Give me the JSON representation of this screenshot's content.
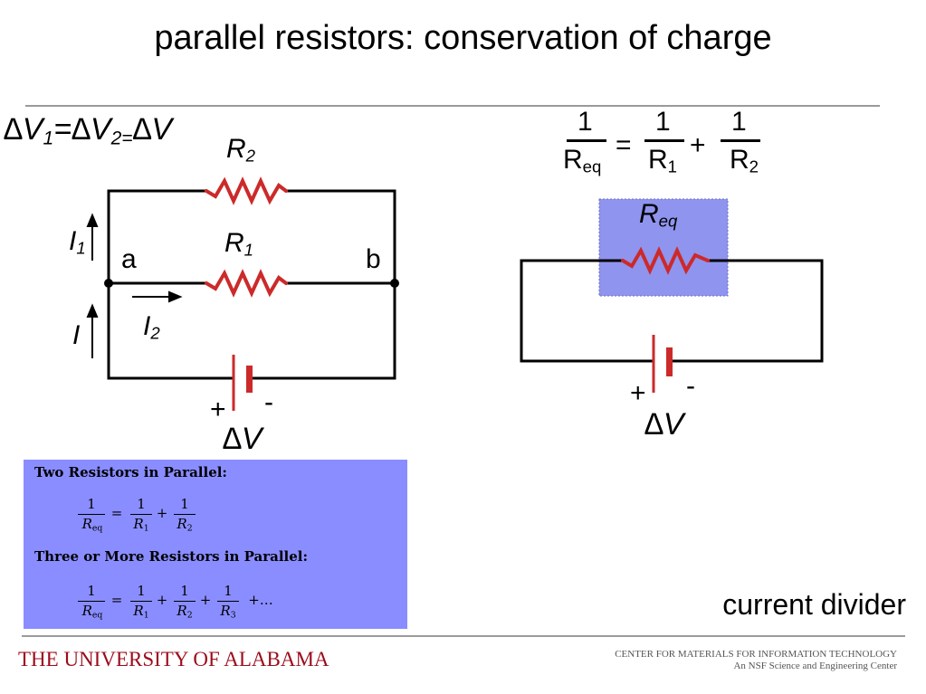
{
  "title": "parallel resistors: conservation of charge",
  "voltage_relation": {
    "dv": "∆V",
    "sub1": "1",
    "eq1": "=",
    "sub2": "2",
    "eq2": "="
  },
  "left_circuit": {
    "r2_label": "R",
    "r2_sub": "2",
    "r1_label": "R",
    "r1_sub": "1",
    "node_a": "a",
    "node_b": "b",
    "i1_label": "I",
    "i1_sub": "1",
    "i_label": "I",
    "i2_label": "I",
    "i2_sub": "2",
    "plus": "+",
    "minus": "-",
    "dv_label": "∆V"
  },
  "equation": {
    "one": "1",
    "req": "R",
    "req_sub": "eq",
    "r1": "R",
    "r1_sub": "1",
    "r2": "R",
    "r2_sub": "2",
    "equals": "=",
    "plus": "+"
  },
  "right_circuit": {
    "req_label": "R",
    "req_sub": "eq",
    "plus": "+",
    "minus": "-",
    "dv_label": "∆V"
  },
  "formula_box": {
    "heading1": "Two Resistors in Parallel:",
    "heading2": "Three or More Resistors in Parallel:",
    "one": "1",
    "req": "R",
    "req_sub": "eq",
    "r": "R",
    "s1": "1",
    "s2": "2",
    "s3": "3",
    "equals": "=",
    "plus": "+",
    "ellipsis": "+…"
  },
  "current_divider": "current divider",
  "footer": {
    "university": "THE UNIVERSITY OF ALABAMA",
    "center_line1": "CENTER FOR MATERIALS FOR INFORMATION TECHNOLOGY",
    "center_line2": "An NSF Science and Engineering Center"
  },
  "colors": {
    "resistor": "#cc2a2a",
    "highlight": "#8f94ef",
    "footer_text": "#9b0c1b"
  }
}
